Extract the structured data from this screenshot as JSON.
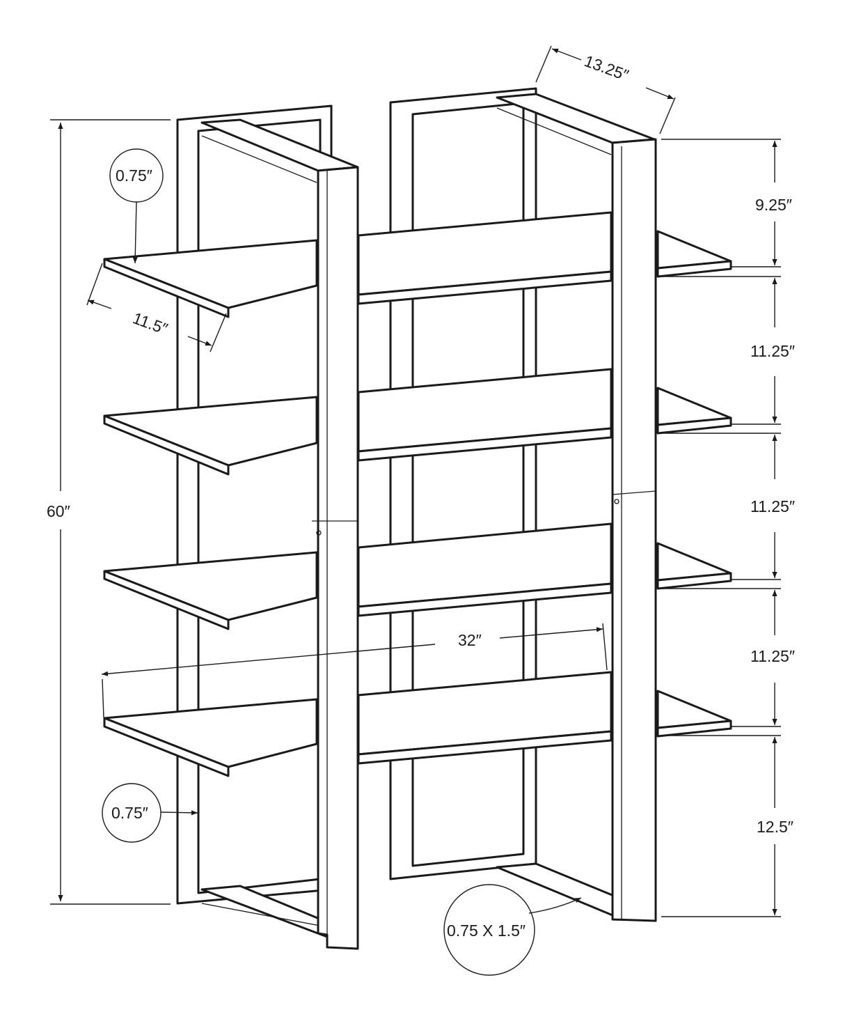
{
  "dimensions": {
    "overall_height": "60″",
    "shelf_width": "32″",
    "shelf_depth": "11.5″",
    "frame_depth": "13.25″",
    "top_gap": "9.25″",
    "gap_1": "11.25″",
    "gap_2": "11.25″",
    "gap_3": "11.25″",
    "bottom_gap": "12.5″"
  },
  "callouts": {
    "shelf_thickness": "0.75″",
    "frame_rod": "0.75″",
    "leg_profile": "0.75 X 1.5″"
  }
}
